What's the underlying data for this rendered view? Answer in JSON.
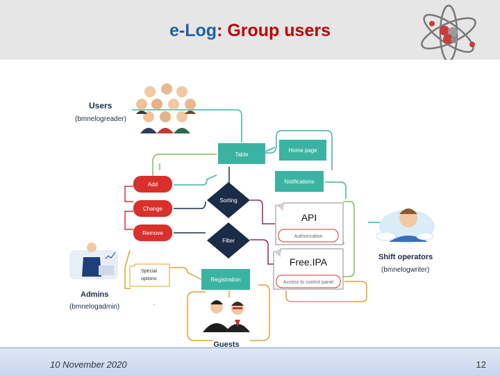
{
  "header": {
    "title_part1": "e-Log",
    "title_part2": ": Group users"
  },
  "diagram": {
    "users_label": "Users",
    "users_group": "(bmnelogreader)",
    "admins_label": "Admins",
    "admins_group": "(bmnelogadmin)",
    "shift_label": "Shift operators",
    "shift_group": "(bmnelogwriter)",
    "guests_label": "Guests",
    "table": "Table",
    "home_page": "Home page",
    "notifications": "Notifications",
    "add": "Add",
    "change": "Change",
    "remove": "Remove",
    "sorting": "Sorting",
    "filter": "Filter",
    "special_options_1": "Special",
    "special_options_2": "options",
    "registration": "Registration",
    "api": "API",
    "authorization": "Authorization",
    "freeipa": "Free.IPA",
    "access_control": "Access to control panel",
    "dot": "·"
  },
  "footer": {
    "date": "10 November 2020",
    "page_number": "12"
  },
  "colors": {
    "teal": "#3bb3a3",
    "red": "#d9302c",
    "navy": "#1a2c47",
    "title_blue": "#1f5fa8",
    "title_red": "#c00000"
  }
}
